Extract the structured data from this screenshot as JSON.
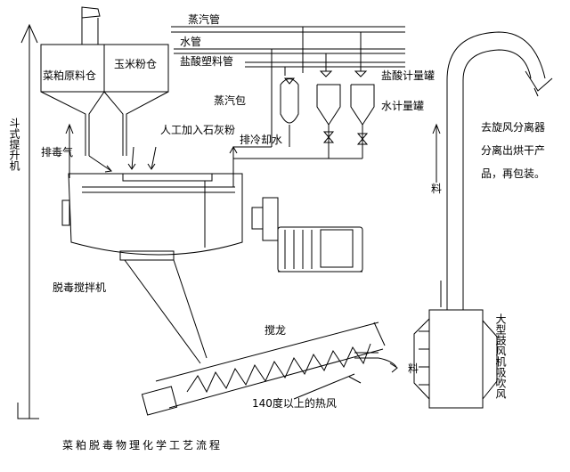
{
  "diagram": {
    "caption": "菜粕脱毒物理化学工艺流程",
    "labels": {
      "steam_pipe": "蒸汽管",
      "water_pipe": "水管",
      "acid_pipe": "盐酸塑料管",
      "rapeseed_bin": "菜粕原料仓",
      "corn_bin": "玉米粉仓",
      "steam_drum": "蒸汽包",
      "acid_meter_tank": "盐酸计量罐",
      "water_meter_tank": "水计量罐",
      "manual_lime": "人工加入石灰粉",
      "exhaust": "排毒气",
      "cooling_water": "排冷却水",
      "bucket_elevator": "斗式提升机",
      "detox_mixer": "脱毒搅拌机",
      "auger": "搅龙",
      "hot_air": "140度以上的热风",
      "material_up": "料",
      "material_in": "料",
      "blower": "大型鼓风机吸吹风",
      "cyclone_line1": "去旋风分离器",
      "cyclone_line2": "分离出烘干产",
      "cyclone_line3": "品，再包装。"
    }
  }
}
